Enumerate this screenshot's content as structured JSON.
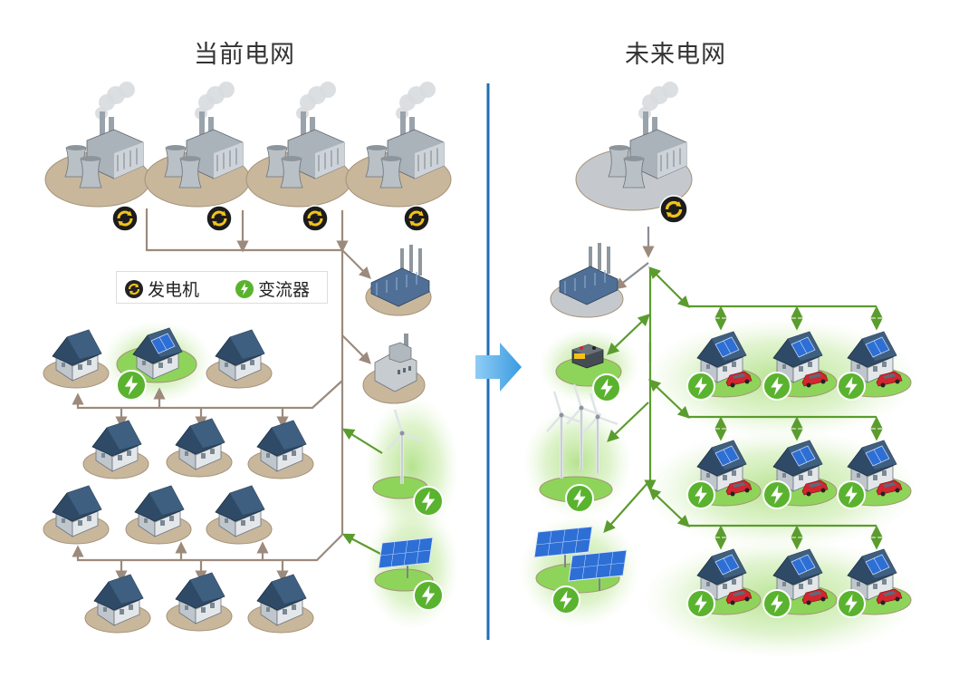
{
  "titles": {
    "current": "当前电网",
    "future": "未来电网"
  },
  "legend": {
    "generator": "发电机",
    "converter": "变流器"
  },
  "colors": {
    "divider": "#1f6fb5",
    "arrow": "#5aaee8",
    "current_line": "#9c8a7c",
    "future_line": "#5b9c2e",
    "green_glow": "#9ed96a",
    "badge_green": "#5ab32e",
    "generator_badge": "#f2c21b",
    "roof": "#2f4a66",
    "solar": "#2d6fd4",
    "car": "#d22630"
  },
  "icons": [
    "power-plant-icon",
    "generator-icon",
    "converter-icon",
    "factory-icon",
    "industrial-building-icon",
    "house-icon",
    "solar-house-icon",
    "wind-turbine-icon",
    "solar-panel-icon",
    "battery-icon",
    "electric-car-icon",
    "transition-arrow-icon"
  ]
}
